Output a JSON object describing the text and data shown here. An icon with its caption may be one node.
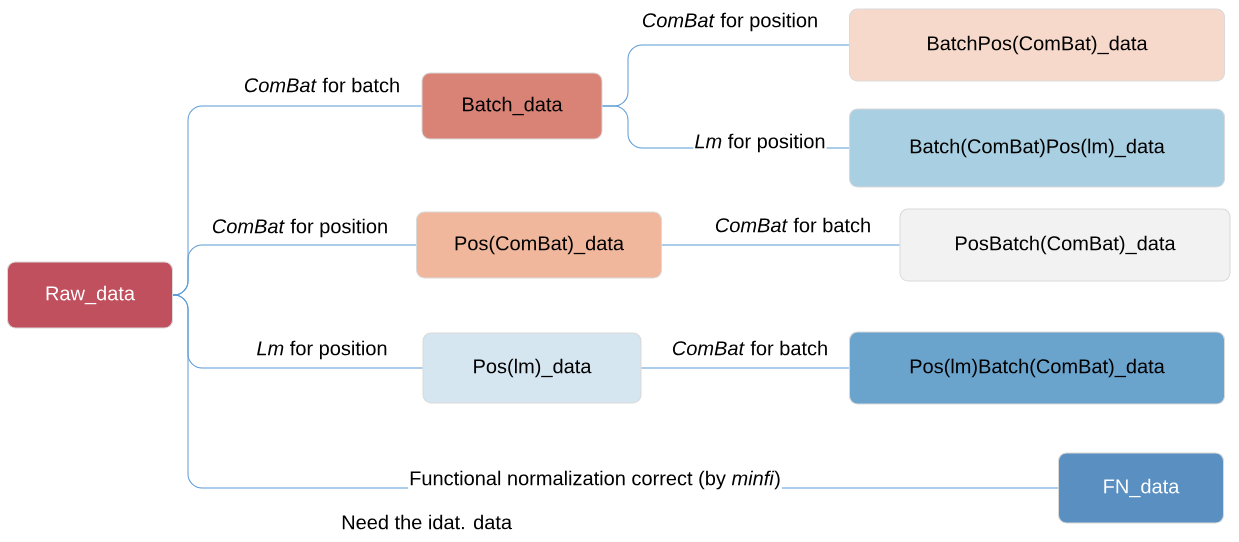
{
  "diagram": {
    "nodes": [
      {
        "text": [
          "Raw_data"
        ]
      },
      {
        "text": [
          "Batch_data"
        ]
      },
      {
        "text": [
          "BatchPos(ComBat)_data"
        ]
      },
      {
        "text": [
          "Batch(ComBat)Pos(lm)_data"
        ]
      },
      {
        "text": [
          "Pos(ComBat)_data"
        ]
      },
      {
        "text": [
          "PosBatch(ComBat)_data"
        ]
      },
      {
        "text": [
          "Pos(lm)_data"
        ]
      },
      {
        "text": [
          "Pos(lm)Batch(ComBat)_data"
        ]
      },
      {
        "text": [
          "FN_data"
        ]
      }
    ],
    "edges": [
      {
        "from": 0,
        "to": 1,
        "arrow": "none",
        "label": "*ComBat* for batch"
      },
      {
        "from": 0,
        "to": 4,
        "arrow": "none",
        "label": "*ComBat* for position"
      },
      {
        "from": 0,
        "to": 6,
        "arrow": "none",
        "label": "*Lm* for position"
      },
      {
        "from": 0,
        "to": 8,
        "arrow": "none",
        "label": "Functional normalization correct (by *minfi*)"
      },
      {
        "from": 1,
        "to": 2,
        "arrow": "none",
        "label": "*ComBat* for position"
      },
      {
        "from": 1,
        "to": 3,
        "arrow": "none",
        "label": "*Lm* for position"
      },
      {
        "from": 4,
        "to": 5,
        "arrow": "none",
        "label": "*ComBat* for batch"
      },
      {
        "from": 6,
        "to": 7,
        "arrow": "none",
        "label": "*ComBat* for batch"
      }
    ],
    "labels": [
      "Need the idat. data"
    ]
  }
}
